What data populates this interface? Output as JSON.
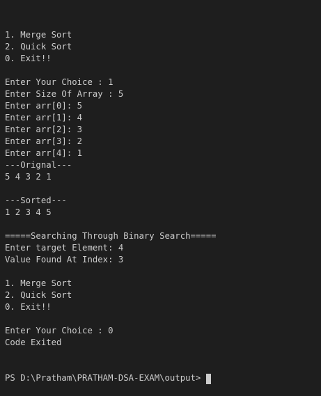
{
  "terminal": {
    "lines": [
      "1. Merge Sort",
      "2. Quick Sort",
      "0. Exit!!",
      "",
      "Enter Your Choice : 1",
      "Enter Size Of Array : 5",
      "Enter arr[0]: 5",
      "Enter arr[1]: 4",
      "Enter arr[2]: 3",
      "Enter arr[3]: 2",
      "Enter arr[4]: 1",
      "---Orignal---",
      "5 4 3 2 1",
      "",
      "---Sorted---",
      "1 2 3 4 5",
      "",
      "=====Searching Through Binary Search=====",
      "Enter target Element: 4",
      "Value Found At Index: 3",
      "",
      "1. Merge Sort",
      "2. Quick Sort",
      "0. Exit!!",
      "",
      "Enter Your Choice : 0",
      "Code Exited"
    ],
    "prompt": "PS D:\\Pratham\\PRATHAM-DSA-EXAM\\output>",
    "colors": {
      "background": "#1e1e1e",
      "foreground": "#cccccc",
      "cursor": "#cccccc"
    }
  }
}
